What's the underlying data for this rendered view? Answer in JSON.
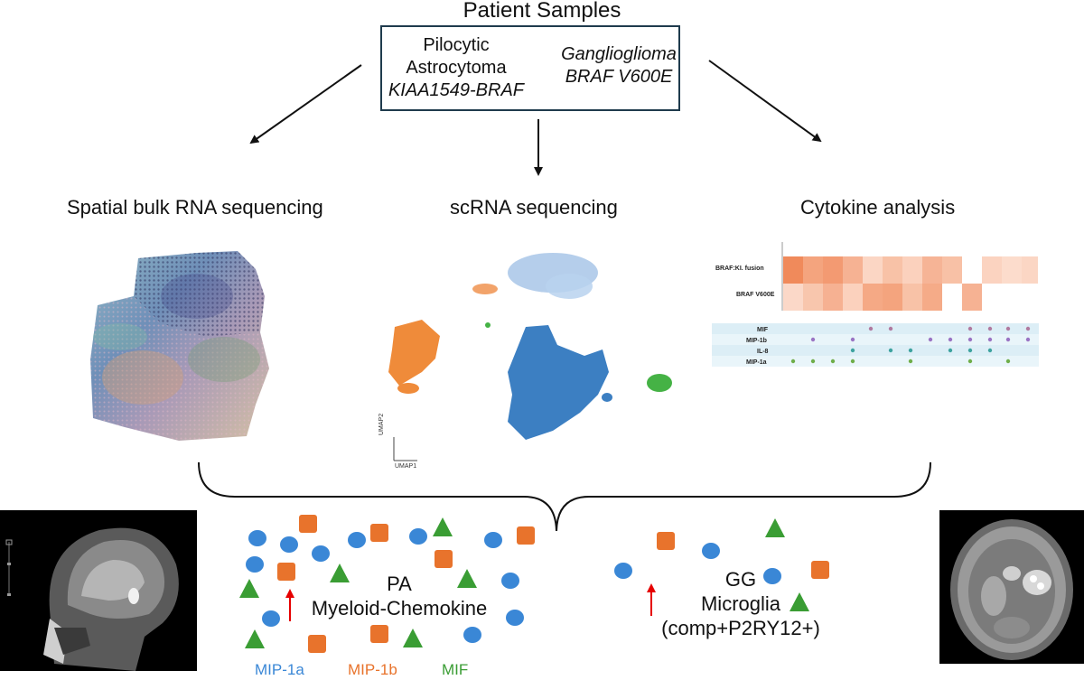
{
  "title": "Patient Samples",
  "samples": {
    "pa_line1": "Pilocytic",
    "pa_line2": "Astrocytoma",
    "pa_line3": "KIAA1549-BRAF",
    "gg_line1": "Ganglioglioma",
    "gg_line2": "BRAF V600E"
  },
  "methods": {
    "spatial": "Spatial bulk RNA sequencing",
    "scrna": "scRNA sequencing",
    "cytokine": "Cytokine analysis"
  },
  "umap": {
    "axis_y": "UMAP2",
    "axis_x": "UMAP1"
  },
  "cytokine_panel": {
    "heatmap_rows": [
      "BRAF:KI. fusion",
      "BRAF V600E"
    ],
    "dot_rows": [
      "MIF",
      "MIP-1b",
      "IL-8",
      "MIP-1a"
    ]
  },
  "findings": {
    "pa_line1": "PA",
    "pa_line2": "Myeloid-Chemokine",
    "gg_line1": "GG",
    "gg_line2": "Microglia",
    "gg_line3": "(comp+P2RY12+)"
  },
  "legend": {
    "mip1a": "MIP-1a",
    "mip1b": "MIP-1b",
    "mif": "MIF"
  },
  "colors": {
    "mip1a": "#3a87d6",
    "mip1b": "#e8732c",
    "mif": "#3a9d34",
    "up_arrow": "#e60000",
    "box_border": "#1f3b4d"
  },
  "icons": {
    "mip1a": "circle",
    "mip1b": "rounded-square",
    "mif": "triangle",
    "increase": "up-arrow"
  }
}
